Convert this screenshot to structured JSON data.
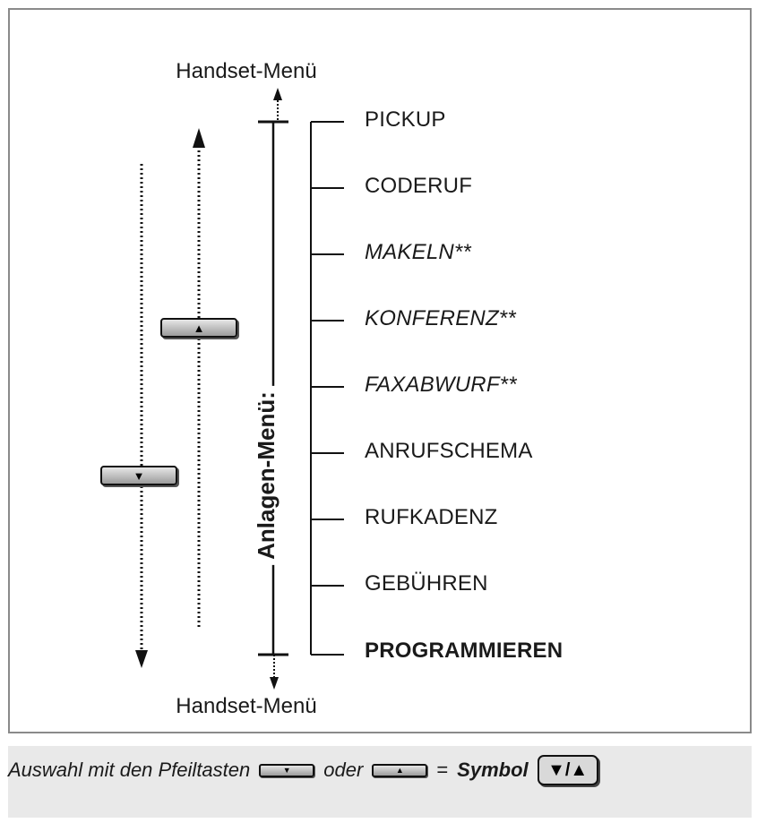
{
  "diagram": {
    "handset_top": "Handset-Menü",
    "handset_bottom": "Handset-Menü",
    "anlagen_label": "Anlagen-Menü:",
    "menu_items": [
      {
        "label": "PICKUP",
        "style": "normal"
      },
      {
        "label": "CODERUF",
        "style": "normal"
      },
      {
        "label": "MAKELN**",
        "style": "italic"
      },
      {
        "label": "KONFERENZ**",
        "style": "italic"
      },
      {
        "label": "FAXABWURF**",
        "style": "italic"
      },
      {
        "label": "ANRUFSCHEMA",
        "style": "normal"
      },
      {
        "label": "RUFKADENZ",
        "style": "normal"
      },
      {
        "label": "GEBÜHREN",
        "style": "normal"
      },
      {
        "label": "PROGRAMMIEREN",
        "style": "bold"
      }
    ],
    "key_up_icon": "arrow-up-key-icon",
    "key_down_icon": "arrow-down-key-icon"
  },
  "footer": {
    "text_before": "Auswahl mit den Pfeiltasten",
    "text_or": "oder",
    "text_equals": "=",
    "symbol_word": "Symbol",
    "symbol_glyph": "▼/▲"
  },
  "colors": {
    "frame_border": "#8a8a8a",
    "footer_background": "#e9e9e9",
    "key_face": "#bdbdbd"
  }
}
